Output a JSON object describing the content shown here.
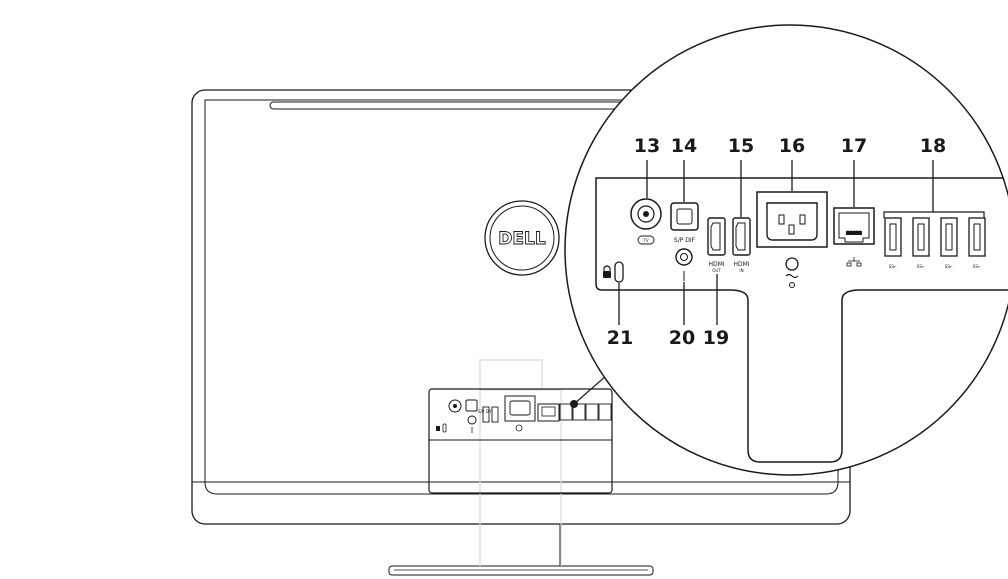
{
  "brand_logo": "DELL",
  "callouts": [
    {
      "number": "13",
      "port": "tv-coax-port",
      "label": "TV"
    },
    {
      "number": "14",
      "port": "spdif-port",
      "label": "S/P DIF"
    },
    {
      "number": "15",
      "port": "hdmi-in-port",
      "label": "HDMI IN"
    },
    {
      "number": "16",
      "port": "power-port",
      "label": ""
    },
    {
      "number": "17",
      "port": "network-port",
      "label": ""
    },
    {
      "number": "18",
      "port": "usb3-ports",
      "label": "SS"
    },
    {
      "number": "19",
      "port": "hdmi-out-port",
      "label": "HDMI OUT"
    },
    {
      "number": "20",
      "port": "headset-port",
      "label": ""
    },
    {
      "number": "21",
      "port": "security-cable-slot",
      "label": ""
    }
  ],
  "colors": {
    "line": "#1a1a1a",
    "highlight": "#d9d9d9",
    "background": "#ffffff"
  }
}
